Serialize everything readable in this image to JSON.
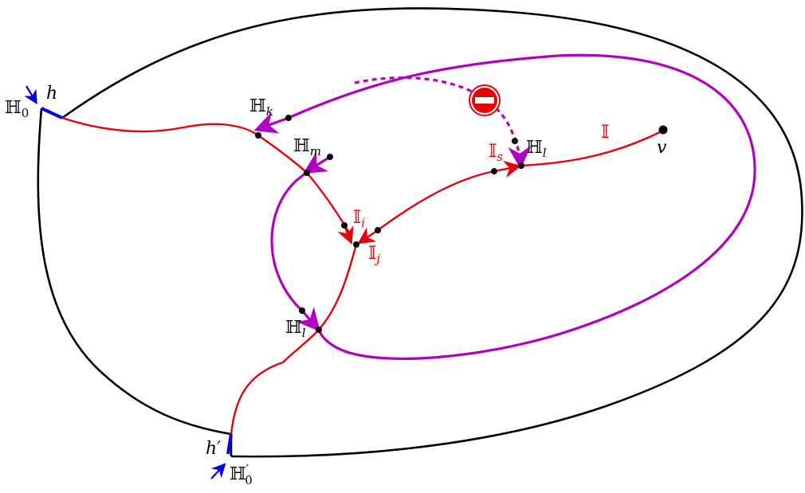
{
  "labels": {
    "h0": "ℍ",
    "h0_sub": "0",
    "h": "h",
    "hk": "ℍ",
    "hk_sub": "k",
    "hm": "ℍ",
    "hm_sub": "m",
    "hl_top": "ℍ",
    "hl_top_sub": "l",
    "hl_bottom": "ℍ",
    "hl_bottom_sub": "l",
    "li": "𝕀",
    "li_sub": "i",
    "lj": "𝕀",
    "lj_sub": "j",
    "ls": "𝕀",
    "ls_sub": "s",
    "l": "𝕀",
    "v": "v",
    "hprime": "h′",
    "h0prime": "ℍ",
    "h0prime_sub": "0",
    "h0prime_mark": "′"
  },
  "icons": {
    "no_entry": "no-entry-icon"
  },
  "colors": {
    "boundary": "#000000",
    "red_path": "#e8000b",
    "purple_path": "#b000c0",
    "blue_arrow": "#0000ee",
    "no_entry_fill": "#e8000b"
  }
}
